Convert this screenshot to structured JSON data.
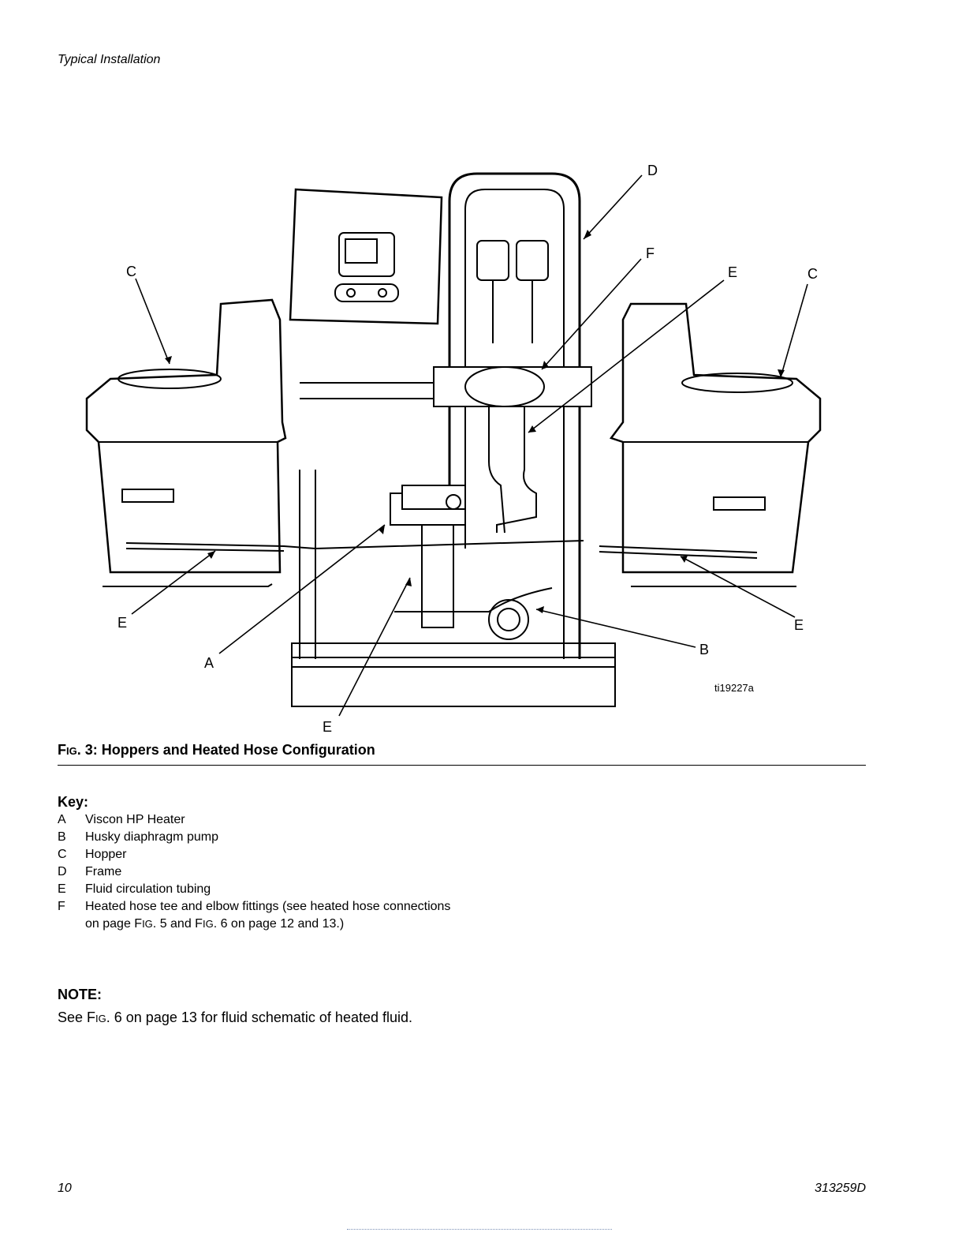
{
  "header": {
    "section_title": "Typical Installation"
  },
  "figure": {
    "image_id": "ti19227a",
    "callouts": [
      "D",
      "F",
      "C",
      "E",
      "C",
      "E",
      "E",
      "B",
      "A",
      "E"
    ]
  },
  "caption": {
    "prefix_f": "F",
    "prefix_ig": "IG",
    "rest": ". 3: Hoppers and Heated Hose Configuration"
  },
  "key": {
    "title": "Key:",
    "items": [
      {
        "letter": "A",
        "text": "Viscon HP Heater"
      },
      {
        "letter": "B",
        "text": "Husky diaphragm pump"
      },
      {
        "letter": "C",
        "text": "Hopper"
      },
      {
        "letter": "D",
        "text": "Frame"
      },
      {
        "letter": "E",
        "text": "Fluid circulation tubing"
      },
      {
        "letter": "F",
        "text_a": "Heated hose tee and elbow fittings (see heated hose connections on page F",
        "text_b": "IG",
        "text_c": ". 5 and F",
        "text_d": "IG",
        "text_e": ". 6 on page 12 and 13.)"
      }
    ]
  },
  "note": {
    "title": "NOTE:",
    "text_a": "See F",
    "text_b": "IG",
    "text_c": ". 6 on page 13 for fluid schematic of heated fluid."
  },
  "footer": {
    "page_number": "10",
    "doc_number": "313259D"
  }
}
